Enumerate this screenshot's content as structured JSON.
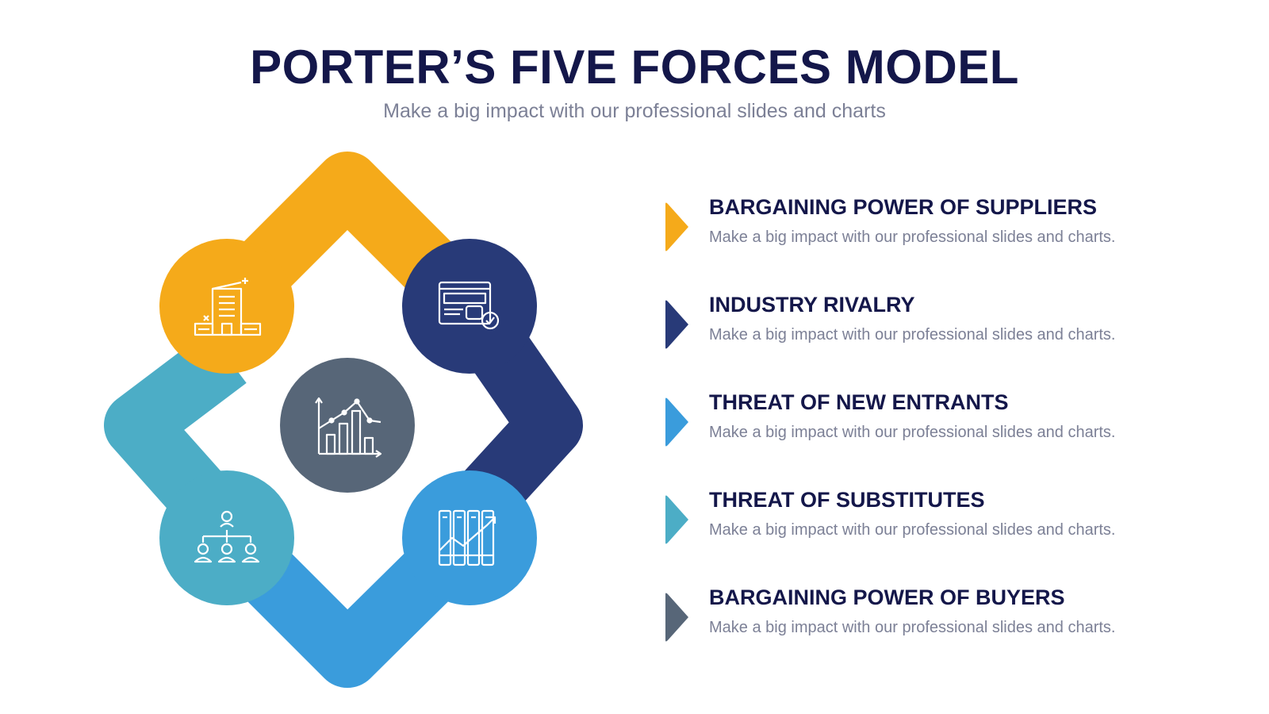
{
  "header": {
    "title": "PORTER’S FIVE FORCES MODEL",
    "subtitle": "Make a big impact with our professional slides and charts"
  },
  "colors": {
    "yellow": "#f5aa1a",
    "navy": "#283a78",
    "blue": "#3a9cdc",
    "teal": "#4cadc6",
    "slate": "#576678",
    "text_dark": "#14174a",
    "text_muted": "#7c8096"
  },
  "diagram": {
    "nodes": [
      {
        "id": "suppliers",
        "icon": "building-icon",
        "color": "#f5aa1a"
      },
      {
        "id": "rivalry",
        "icon": "browser-check-icon",
        "color": "#283a78"
      },
      {
        "id": "new-entrants",
        "icon": "binders-chart-icon",
        "color": "#3a9cdc"
      },
      {
        "id": "substitutes",
        "icon": "org-chart-icon",
        "color": "#4cadc6"
      },
      {
        "id": "buyers",
        "icon": "analytics-chart-icon",
        "color": "#576678"
      }
    ]
  },
  "forces": [
    {
      "title": "BARGAINING POWER OF SUPPLIERS",
      "desc": "Make a big impact with our professional slides and charts.",
      "color": "#f5aa1a"
    },
    {
      "title": "INDUSTRY RIVALRY",
      "desc": "Make a big impact with our professional slides and charts.",
      "color": "#283a78"
    },
    {
      "title": "THREAT OF NEW ENTRANTS",
      "desc": "Make a big impact with our professional slides and charts.",
      "color": "#3a9cdc"
    },
    {
      "title": "THREAT OF SUBSTITUTES",
      "desc": "Make a big impact with our professional slides and charts.",
      "color": "#4cadc6"
    },
    {
      "title": "BARGAINING POWER OF BUYERS",
      "desc": "Make a big impact with our professional slides and charts.",
      "color": "#576678"
    }
  ]
}
